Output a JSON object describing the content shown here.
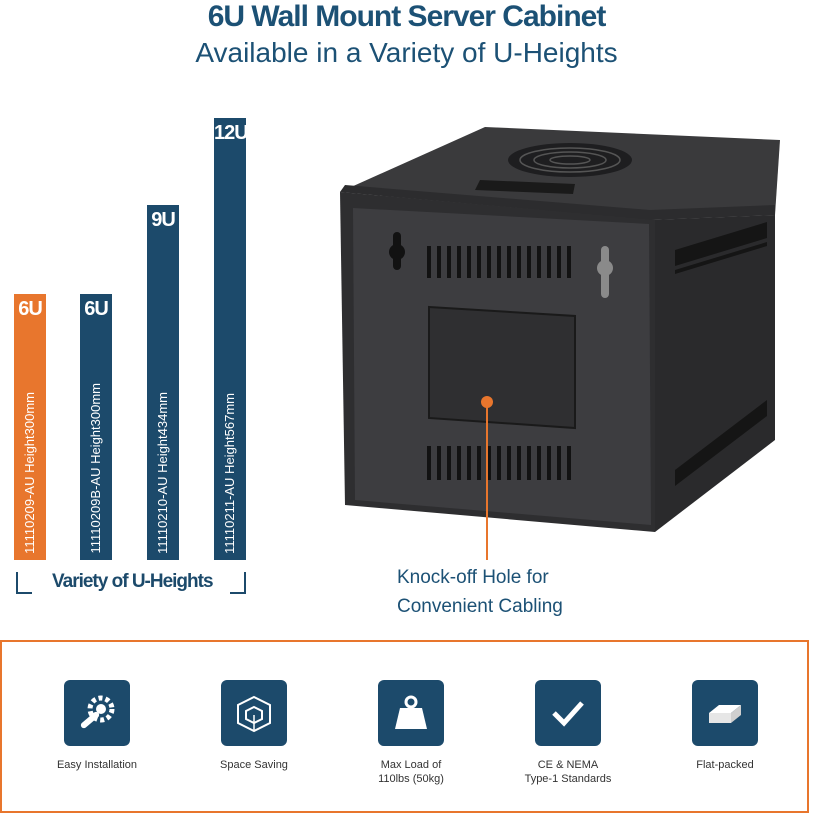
{
  "header": {
    "title": "6U Wall Mount Server Cabinet",
    "subtitle": "Available in a Variety of U-Heights"
  },
  "heights": {
    "bars": [
      {
        "u": "6U",
        "model": "11110209-AU  Height300mm"
      },
      {
        "u": "6U",
        "model": "11110209B-AU  Height300mm"
      },
      {
        "u": "9U",
        "model": "11110210-AU  Height434mm"
      },
      {
        "u": "12U",
        "model": "11110211-AU  Height567mm"
      }
    ],
    "caption": "Variety of U-Heights"
  },
  "product": {
    "callout": "Knock-off Hole for\nConvenient Cabling"
  },
  "features": [
    {
      "label": "Easy Installation",
      "icon": "gear-wrench-icon"
    },
    {
      "label": "Space Saving",
      "icon": "cube-icon"
    },
    {
      "label": "Max Load of\n110lbs (50kg)",
      "icon": "weight-icon"
    },
    {
      "label": "CE & NEMA\nType-1 Standards",
      "icon": "checkmark-icon"
    },
    {
      "label": "Flat-packed",
      "icon": "flat-box-icon"
    }
  ],
  "colors": {
    "primary": "#1c4a6b",
    "accent": "#e8762d"
  }
}
